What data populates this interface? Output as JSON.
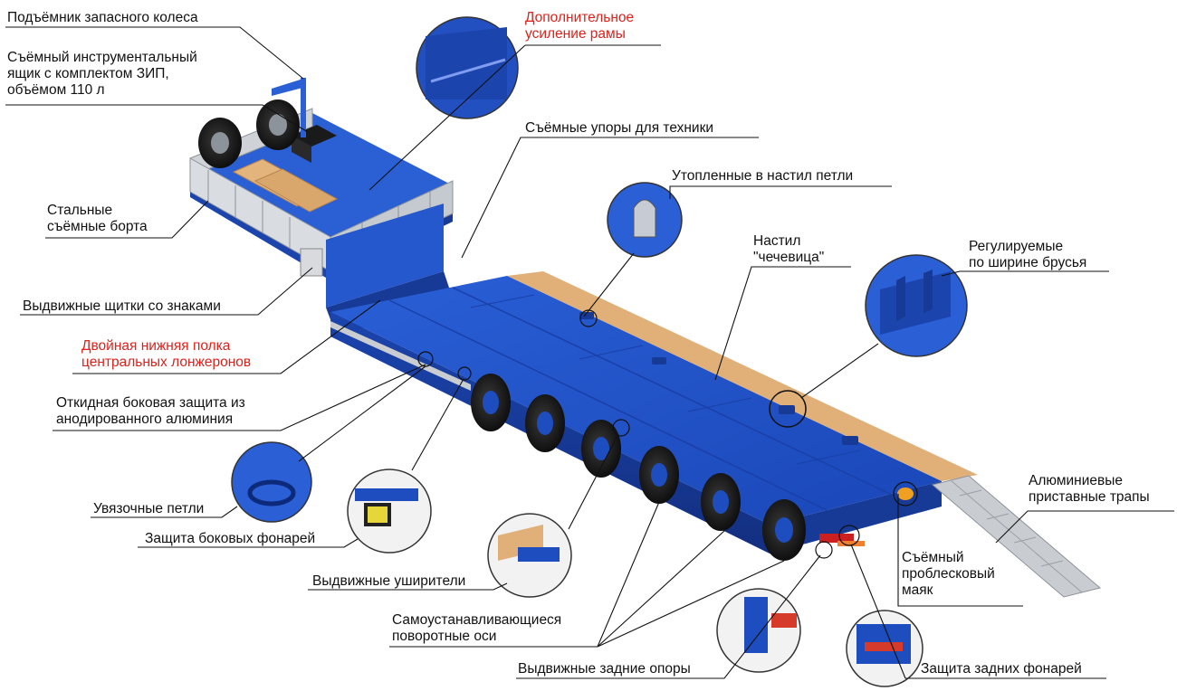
{
  "colors": {
    "accent_red": "#e0201b",
    "trailer_blue": "#1f4fc4",
    "trailer_blue_dark": "#173c99",
    "wood": "#e0b078",
    "text": "#111111"
  },
  "callouts": {
    "spare_wheel_lift": "Подъёмник запасного колеса",
    "tool_box": "Съёмный инструментальный\nящик с комплектом ЗИП,\nобъёмом 110 л",
    "frame_reinforcement": "Дополнительное\nусиление рамы",
    "equipment_stops": "Съёмные упоры для техники",
    "recessed_loops": "Утопленные в настил петли",
    "deck_lens": "Настил\n\"чечевица\"",
    "adjustable_beams": "Регулируемые\nпо ширине брусья",
    "steel_sides": "Стальные\nсъёмные борта",
    "sliding_sign_shields": "Выдвижные щитки со знаками",
    "double_lower_shelf": "Двойная нижняя полка\nцентральных лонжеронов",
    "folding_side_protection": "Откидная боковая защита из\nанодированного алюминия",
    "lashing_loops": "Увязочные петли",
    "side_lamp_protection": "Защита боковых фонарей",
    "sliding_wideners": "Выдвижные уширители",
    "self_steering_axles": "Самоустанавливающиеся\nповоротные оси",
    "rear_supports": "Выдвижные задние опоры",
    "rear_lamp_protection": "Защита задних фонарей",
    "beacon": "Съёмный\nпроблесковый\nмаяк",
    "aluminium_ramps": "Алюминиевые\nприставные трапы"
  }
}
